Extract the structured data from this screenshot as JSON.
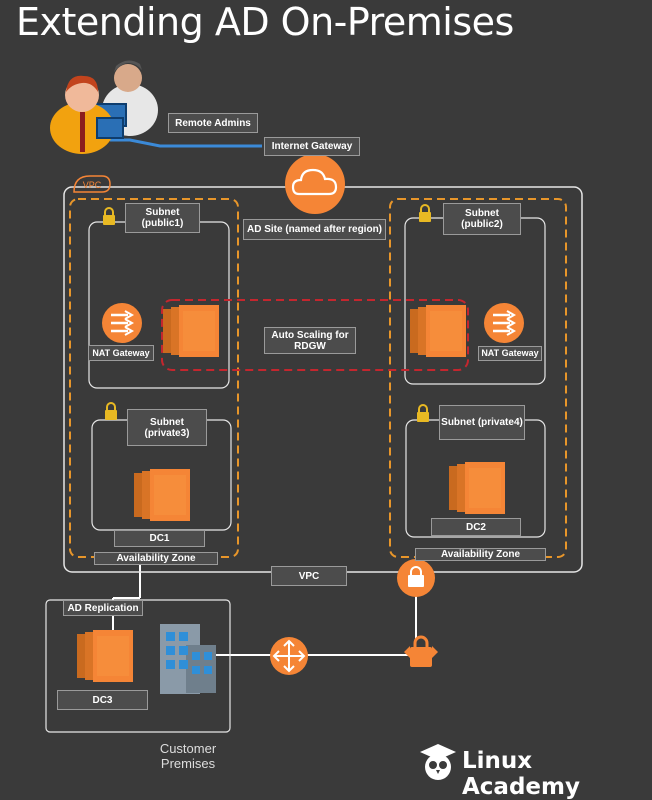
{
  "title": "Extending AD On-Premises",
  "labels": {
    "remote_admins": "Remote Admins",
    "internet_gateway": "Internet Gateway",
    "vpc_tag": "VPC",
    "vpc_bottom": "VPC",
    "ad_site": "AD Site (named after region)",
    "subnet_public1": "Subnet (public1)",
    "subnet_public2": "Subnet (public2)",
    "subnet_private3": "Subnet (private3)",
    "subnet_private4": "Subnet (private4)",
    "nat_gateway_left": "NAT Gateway",
    "nat_gateway_right": "NAT Gateway",
    "auto_scaling": "Auto Scaling for RDGW",
    "dc1": "DC1",
    "dc2": "DC2",
    "dc3": "DC3",
    "az_left": "Availability Zone",
    "az_right": "Availability Zone",
    "ad_replication": "AD Replication",
    "customer_premises": "Customer Premises"
  },
  "brand": "Linux Academy",
  "colors": {
    "background": "#3a3a3a",
    "aws_orange": "#f58536",
    "az_dashed": "#e8962a",
    "asg_dashed": "#c4262e",
    "link_blue": "#3b8ad8",
    "box_border": "#e6e6e6"
  },
  "icons": [
    "users-icon",
    "cloud-icon",
    "lock-icon",
    "nat-gateway-icon",
    "ec2-icon",
    "router-icon",
    "corporate-building-icon",
    "vpn-gateway-icon",
    "owl-logo-icon"
  ]
}
